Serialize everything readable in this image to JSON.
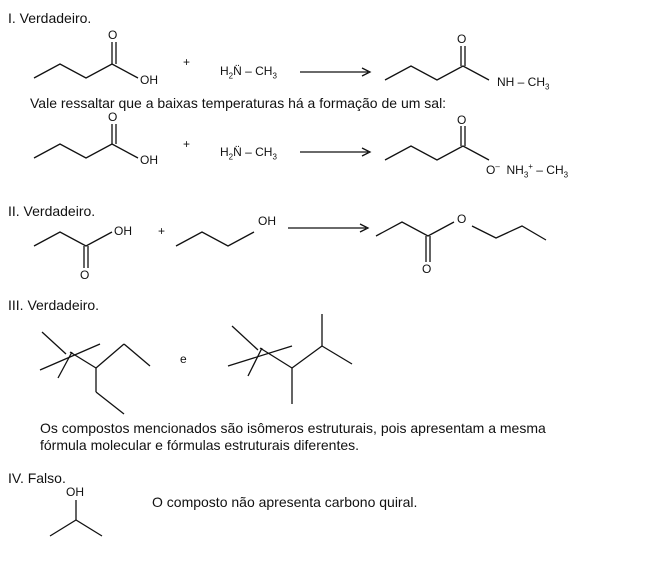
{
  "sections": {
    "s1": {
      "heading": "I.  Verdadeiro.",
      "r1": {
        "O1": "O",
        "OH": "OH",
        "plus": "+",
        "amine_h": "H",
        "amine_sub": "2",
        "amine_rest": "N̈ – CH",
        "amine_sub3": "3",
        "O2": "O",
        "nh": "NH – CH",
        "nh_sub": "3"
      },
      "note": "Vale ressaltar que a baixas temperaturas há a formação de um sal:",
      "r2": {
        "O1": "O",
        "OH": "OH",
        "plus": "+",
        "amine_h": "H",
        "amine_sub": "2",
        "amine_rest": "N̈ – CH",
        "amine_sub3": "3",
        "O2": "O",
        "om": "O",
        "om_sup": "–",
        "nh3": "NH",
        "nh3_sub": "3",
        "nh3_sup": "+",
        "nh3_rest": " – CH",
        "nh3_sub2": "3"
      }
    },
    "s2": {
      "heading": "II.  Verdadeiro.",
      "OH1": "OH",
      "O1": "O",
      "plus": "+",
      "OH2": "OH",
      "O_ester": "O",
      "O2": "O"
    },
    "s3": {
      "heading": "III.  Verdadeiro.",
      "e": "e",
      "text1": "Os compostos mencionados são isômeros estruturais, pois apresentam a mesma",
      "text2": "fórmula molecular e fórmulas estruturais diferentes."
    },
    "s4": {
      "heading": "IV.  Falso.",
      "OH": "OH",
      "text": "O composto não apresenta carbono quiral."
    }
  }
}
